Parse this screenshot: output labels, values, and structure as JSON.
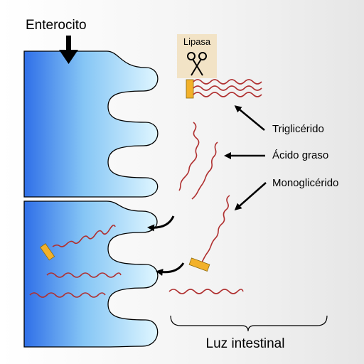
{
  "labels": {
    "cell": "Enterocito",
    "enzyme": "Lipasa",
    "triglyceride": "Triglicérido",
    "fatty_acid": "Ácido graso",
    "monoglyceride": "Monoglicérido",
    "lumen": "Luz intestinal"
  },
  "colors": {
    "cell_fill_dark": "#2f6fe8",
    "cell_fill_light": "#dff6ff",
    "chain": "#b03030",
    "glycerol_head": "#f2b12a",
    "enzyme_box": "#f2e3c6",
    "arrow": "#000000"
  },
  "icons": {
    "enzyme": "scissors-icon",
    "entry_arrow": "down-arrow-icon"
  }
}
